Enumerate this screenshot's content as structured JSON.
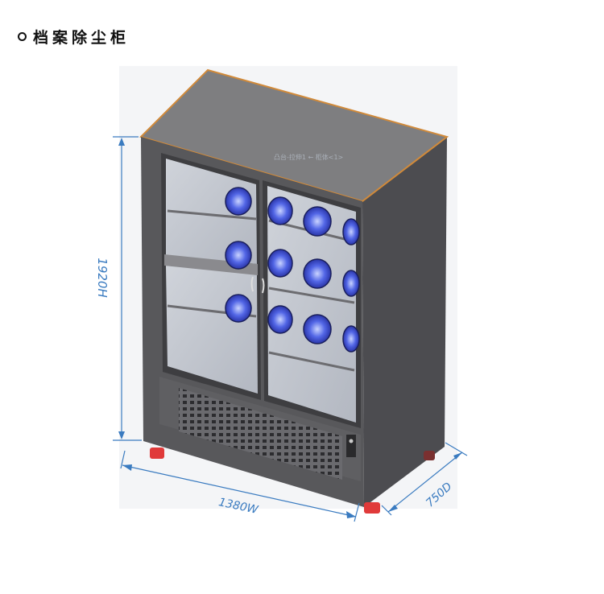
{
  "title": "档案除尘柜",
  "dimensions": {
    "height": "1920H",
    "width": "1380W",
    "depth": "750D"
  },
  "cad_label": "凸台-拉伸1 ← 柜体<1>",
  "colors": {
    "body": "#545457",
    "top": "#7b7b7d",
    "side": "#4a4a4d",
    "glass": "#cfd3da",
    "fan": "#3a4fd8",
    "dimension": "#3a7bc0",
    "caster": "#e03a3a"
  }
}
